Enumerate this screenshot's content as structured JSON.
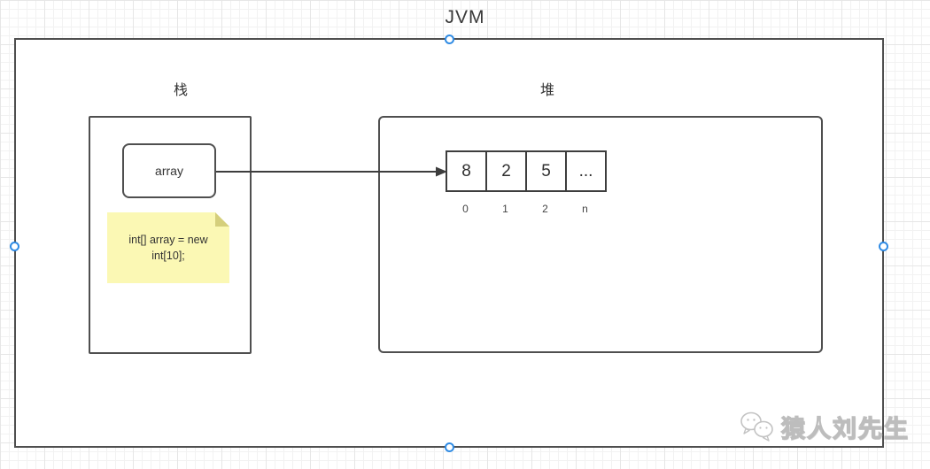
{
  "title": "JVM",
  "stack": {
    "label": "栈",
    "variable_box": {
      "label": "array"
    },
    "note": {
      "line1": "int[] array = new",
      "line2": "int[10];"
    }
  },
  "heap": {
    "label": "堆",
    "array_cells": [
      {
        "value": "8",
        "index": "0"
      },
      {
        "value": "2",
        "index": "1"
      },
      {
        "value": "5",
        "index": "2"
      },
      {
        "value": "...",
        "index": "n"
      }
    ]
  },
  "watermark": {
    "icon": "wechat-icon",
    "text": "猿人刘先生"
  },
  "colors": {
    "shape_border": "#4f4f4f",
    "cell_border": "#3d3d3d",
    "note_background": "#fbf8b4",
    "note_fold": "#d5cf7c",
    "selection_handle_blue": "#2f8be4",
    "watermark_gray": "#bdbdbd",
    "grid_line": "#e6e6e6"
  }
}
